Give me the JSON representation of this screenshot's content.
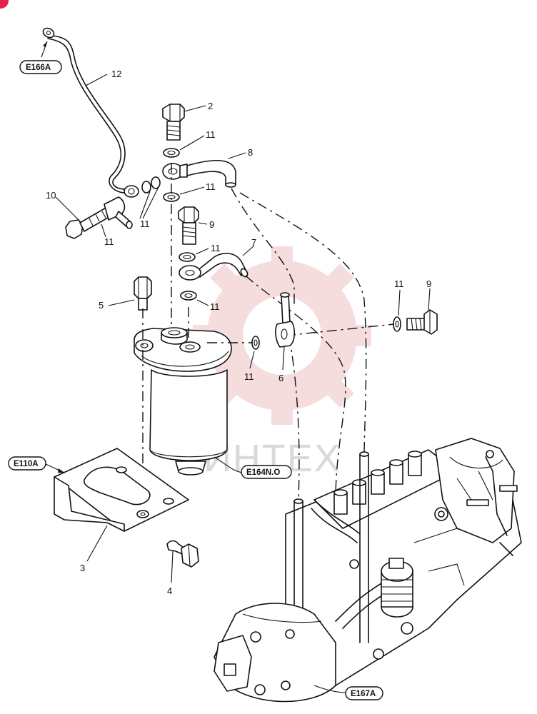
{
  "watermark": {
    "text": "ИНТЕХ",
    "color": "#e8a0a0"
  },
  "badge_color": "#e8234a",
  "refs": {
    "e166a": "E166A",
    "e110a": "E110A",
    "e164": "E164N.O",
    "e167a": "E167A"
  },
  "callouts": {
    "c12": "12",
    "c2": "2",
    "c11a": "11",
    "c8": "8",
    "c11b": "11",
    "c10": "10",
    "c11c": "11",
    "c11d": "11",
    "c9a": "9",
    "c11e": "11",
    "c7": "7",
    "c11f": "11",
    "c5": "5",
    "c11g": "11",
    "c9b": "9",
    "c11h": "11",
    "c6": "6",
    "c3": "3",
    "c4": "4"
  }
}
